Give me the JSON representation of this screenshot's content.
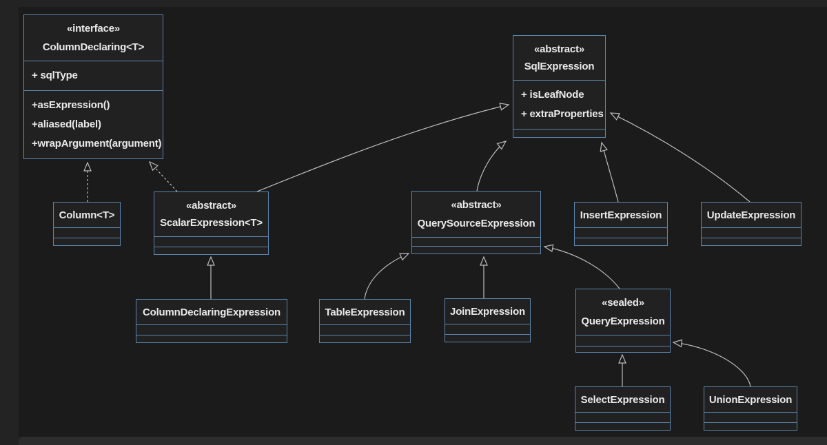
{
  "diagram": {
    "kind": "uml-class-diagram",
    "colors": {
      "page_bg": "#232323",
      "canvas_bg": "#1b1b1b",
      "node_fill": "#212121",
      "node_border": "#5c87ae",
      "edge_stroke": "#bdbdbd",
      "text": "#eaeaea",
      "bottom_bar": "#2d2d2d"
    },
    "classes": [
      {
        "stereotype": "«interface»",
        "name": "ColumnDeclaring<T>",
        "attributes": [
          "+ sqlType"
        ],
        "methods": [
          "+asExpression()",
          "+aliased(label)",
          "+wrapArgument(argument)"
        ]
      },
      {
        "stereotype": "«abstract»",
        "name": "SqlExpression",
        "attributes": [
          "+ isLeafNode",
          "+ extraProperties"
        ],
        "methods": []
      },
      {
        "stereotype": "",
        "name": "Column<T>",
        "attributes": [],
        "methods": []
      },
      {
        "stereotype": "«abstract»",
        "name": "ScalarExpression<T>",
        "attributes": [],
        "methods": []
      },
      {
        "stereotype": "«abstract»",
        "name": "QuerySourceExpression",
        "attributes": [],
        "methods": []
      },
      {
        "stereotype": "",
        "name": "InsertExpression",
        "attributes": [],
        "methods": []
      },
      {
        "stereotype": "",
        "name": "UpdateExpression",
        "attributes": [],
        "methods": []
      },
      {
        "stereotype": "",
        "name": "ColumnDeclaringExpression",
        "attributes": [],
        "methods": []
      },
      {
        "stereotype": "",
        "name": "TableExpression",
        "attributes": [],
        "methods": []
      },
      {
        "stereotype": "",
        "name": "JoinExpression",
        "attributes": [],
        "methods": []
      },
      {
        "stereotype": "«sealed»",
        "name": "QueryExpression",
        "attributes": [],
        "methods": []
      },
      {
        "stereotype": "",
        "name": "SelectExpression",
        "attributes": [],
        "methods": []
      },
      {
        "stereotype": "",
        "name": "UnionExpression",
        "attributes": [],
        "methods": []
      }
    ],
    "edges": [
      {
        "from": "Column<T>",
        "to": "ColumnDeclaring<T>",
        "type": "realization",
        "style": "dashed"
      },
      {
        "from": "ScalarExpression<T>",
        "to": "ColumnDeclaring<T>",
        "type": "realization",
        "style": "dashed"
      },
      {
        "from": "ScalarExpression<T>",
        "to": "SqlExpression",
        "type": "inheritance",
        "style": "solid"
      },
      {
        "from": "QuerySourceExpression",
        "to": "SqlExpression",
        "type": "inheritance",
        "style": "solid"
      },
      {
        "from": "InsertExpression",
        "to": "SqlExpression",
        "type": "inheritance",
        "style": "solid"
      },
      {
        "from": "UpdateExpression",
        "to": "SqlExpression",
        "type": "inheritance",
        "style": "solid"
      },
      {
        "from": "ColumnDeclaringExpression",
        "to": "ScalarExpression<T>",
        "type": "inheritance",
        "style": "solid"
      },
      {
        "from": "TableExpression",
        "to": "QuerySourceExpression",
        "type": "inheritance",
        "style": "solid"
      },
      {
        "from": "JoinExpression",
        "to": "QuerySourceExpression",
        "type": "inheritance",
        "style": "solid"
      },
      {
        "from": "QueryExpression",
        "to": "QuerySourceExpression",
        "type": "inheritance",
        "style": "solid"
      },
      {
        "from": "SelectExpression",
        "to": "QueryExpression",
        "type": "inheritance",
        "style": "solid"
      },
      {
        "from": "UnionExpression",
        "to": "QueryExpression",
        "type": "inheritance",
        "style": "solid"
      }
    ]
  }
}
